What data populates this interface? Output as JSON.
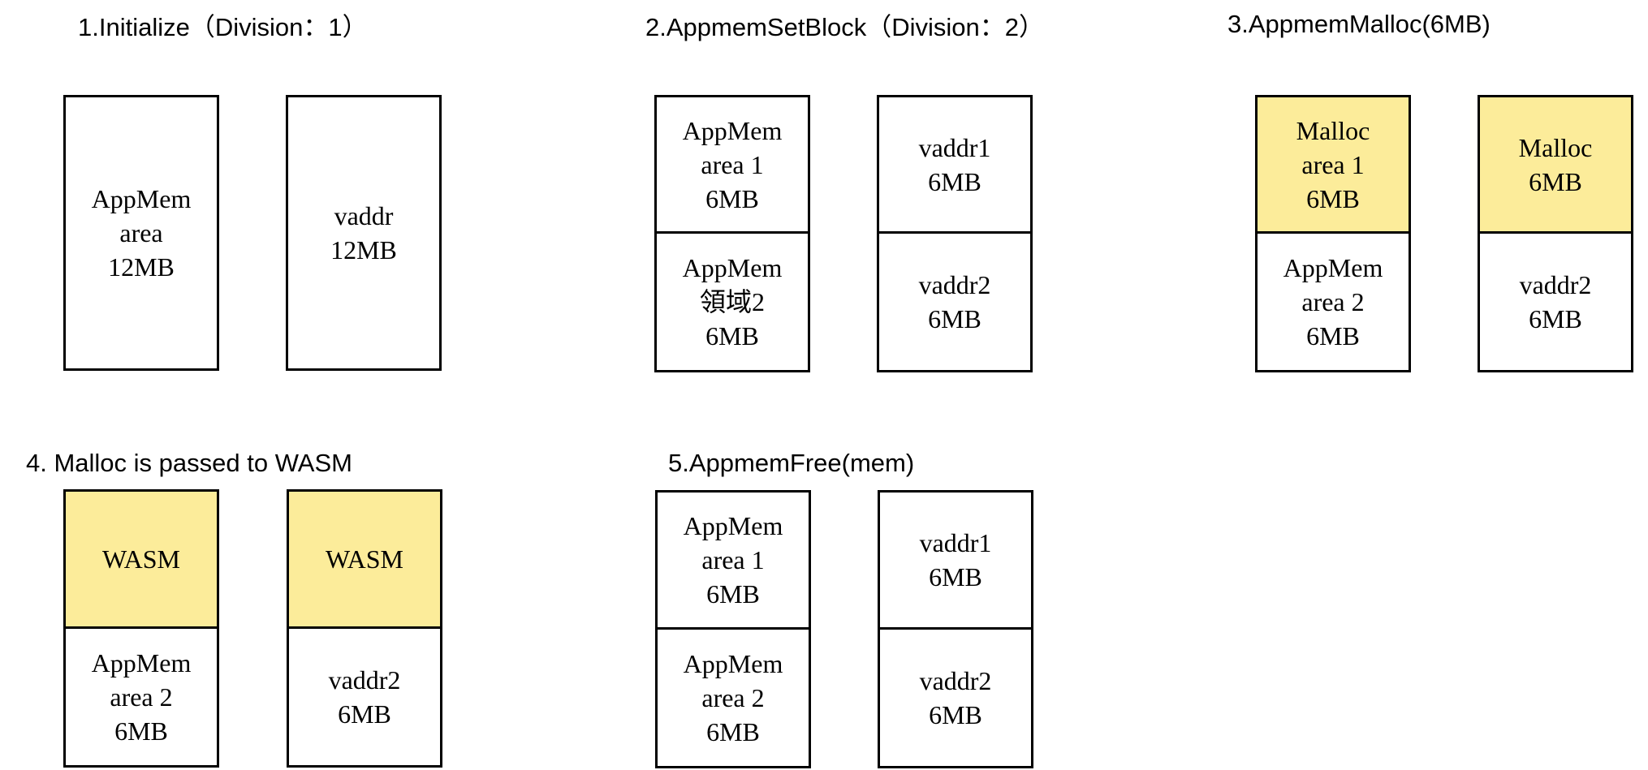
{
  "colors": {
    "highlight": "#fcec9a",
    "border": "#000000"
  },
  "panels": [
    {
      "title": "1.Initialize（Division：1）",
      "columns": [
        {
          "cells": [
            {
              "text": "AppMem\narea\n12MB",
              "highlight": false
            }
          ]
        },
        {
          "cells": [
            {
              "text": "vaddr\n12MB",
              "highlight": false
            }
          ]
        }
      ]
    },
    {
      "title": "2.AppmemSetBlock（Division：2）",
      "columns": [
        {
          "cells": [
            {
              "text": "AppMem\narea 1\n6MB",
              "highlight": false
            },
            {
              "text": "AppMem\n領域2\n6MB",
              "highlight": false
            }
          ]
        },
        {
          "cells": [
            {
              "text": "vaddr1\n6MB",
              "highlight": false
            },
            {
              "text": "vaddr2\n6MB",
              "highlight": false
            }
          ]
        }
      ]
    },
    {
      "title": "3.AppmemMalloc(6MB)",
      "columns": [
        {
          "cells": [
            {
              "text": "Malloc\narea 1\n6MB",
              "highlight": true
            },
            {
              "text": "AppMem\narea 2\n6MB",
              "highlight": false
            }
          ]
        },
        {
          "cells": [
            {
              "text": "Malloc\n6MB",
              "highlight": true
            },
            {
              "text": "vaddr2\n6MB",
              "highlight": false
            }
          ]
        }
      ]
    },
    {
      "title": "4. Malloc is passed to WASM",
      "columns": [
        {
          "cells": [
            {
              "text": "WASM",
              "highlight": true
            },
            {
              "text": "AppMem\narea 2\n6MB",
              "highlight": false
            }
          ]
        },
        {
          "cells": [
            {
              "text": "WASM",
              "highlight": true
            },
            {
              "text": "vaddr2\n6MB",
              "highlight": false
            }
          ]
        }
      ]
    },
    {
      "title": "5.AppmemFree(mem)",
      "columns": [
        {
          "cells": [
            {
              "text": "AppMem\narea 1\n6MB",
              "highlight": false
            },
            {
              "text": "AppMem\narea 2\n6MB",
              "highlight": false
            }
          ]
        },
        {
          "cells": [
            {
              "text": "vaddr1\n6MB",
              "highlight": false
            },
            {
              "text": "vaddr2\n6MB",
              "highlight": false
            }
          ]
        }
      ]
    }
  ]
}
